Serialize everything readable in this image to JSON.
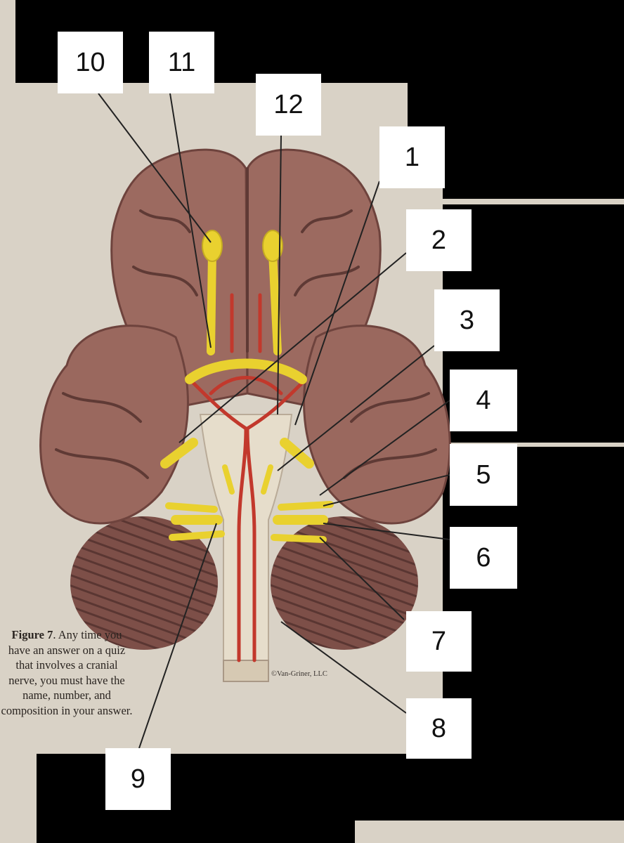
{
  "figure": {
    "caption_label": "Figure 7",
    "caption_text": ". Any time you have an answer on a quiz that involves a cranial nerve, you must have the name, number, and composition in your answer.",
    "copyright": "©Van-Griner, LLC"
  },
  "labels": [
    "10",
    "11",
    "12",
    "1",
    "2",
    "3",
    "4",
    "5",
    "6",
    "7",
    "8",
    "9"
  ],
  "colors": {
    "page": "#d9d2c6",
    "brain": "#9c6a60",
    "nerve": "#e9d12f",
    "artery": "#c2382c",
    "cerebellum": "#7d4f48"
  }
}
